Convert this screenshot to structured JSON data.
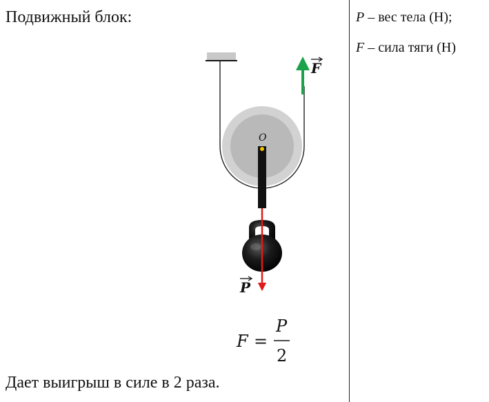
{
  "title": "Подвижный блок:",
  "legend": {
    "p_symbol": "P",
    "p_text": "– вес тела (Н);",
    "f_symbol": "F",
    "f_text": "– сила тяги (Н)"
  },
  "diagram": {
    "center_label": "O",
    "force_f_label": "F",
    "force_p_label": "P"
  },
  "formula": {
    "lhs": "F",
    "equals": "=",
    "numerator": "P",
    "denominator": "2"
  },
  "conclusion": "Дает выигрыш в силе в 2 раза.",
  "colors": {
    "pull_arrow": "#1aa34a",
    "weight_arrow": "#e0191b",
    "pulley_outer": "#d2d2d2",
    "pulley_inner": "#b9b9b9",
    "ceiling": "#c8c8c8",
    "axle": "#f2c200"
  }
}
